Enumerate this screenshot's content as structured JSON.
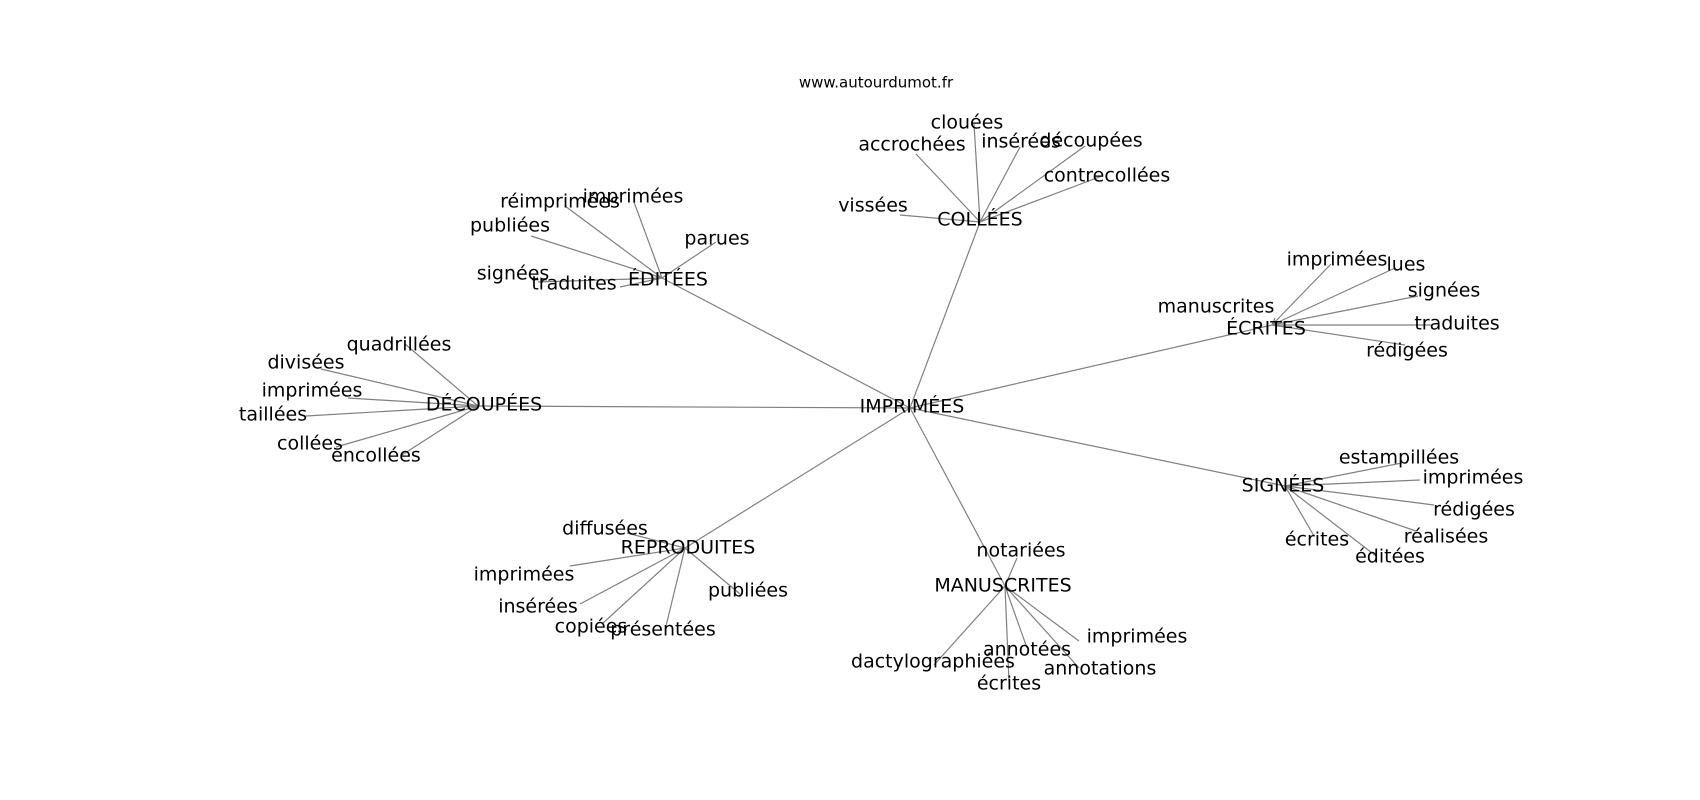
{
  "site": "www.autourdumot.fr",
  "root": "IMPRIMÉES",
  "groups": [
    {
      "id": "collees",
      "label": "COLLÉES",
      "leaves": [
        "clouées",
        "accrochées",
        "insérées",
        "découpées",
        "contrecollées",
        "vissées"
      ]
    },
    {
      "id": "editees",
      "label": "ÉDITÉES",
      "leaves": [
        "réimprimées",
        "imprimées",
        "publiées",
        "parues",
        "signées",
        "traduites"
      ]
    },
    {
      "id": "ecrites",
      "label": "ÉCRITES",
      "leaves": [
        "imprimées",
        "lues",
        "manuscrites",
        "signées",
        "traduites",
        "rédigées"
      ]
    },
    {
      "id": "decoupees",
      "label": "DÉCOUPÉES",
      "leaves": [
        "quadrillées",
        "divisées",
        "imprimées",
        "taillées",
        "collées",
        "encollées"
      ]
    },
    {
      "id": "signees",
      "label": "SIGNÉES",
      "leaves": [
        "estampillées",
        "imprimées",
        "rédigées",
        "réalisées",
        "écrites",
        "éditées"
      ]
    },
    {
      "id": "reproduites",
      "label": "REPRODUITES",
      "leaves": [
        "diffusées",
        "imprimées",
        "insérées",
        "copiées",
        "présentées",
        "publiées"
      ]
    },
    {
      "id": "manuscrites",
      "label": "MANUSCRITES",
      "leaves": [
        "notariées",
        "imprimées",
        "annotées",
        "dactylographiées",
        "annotations",
        "écrites"
      ]
    }
  ]
}
